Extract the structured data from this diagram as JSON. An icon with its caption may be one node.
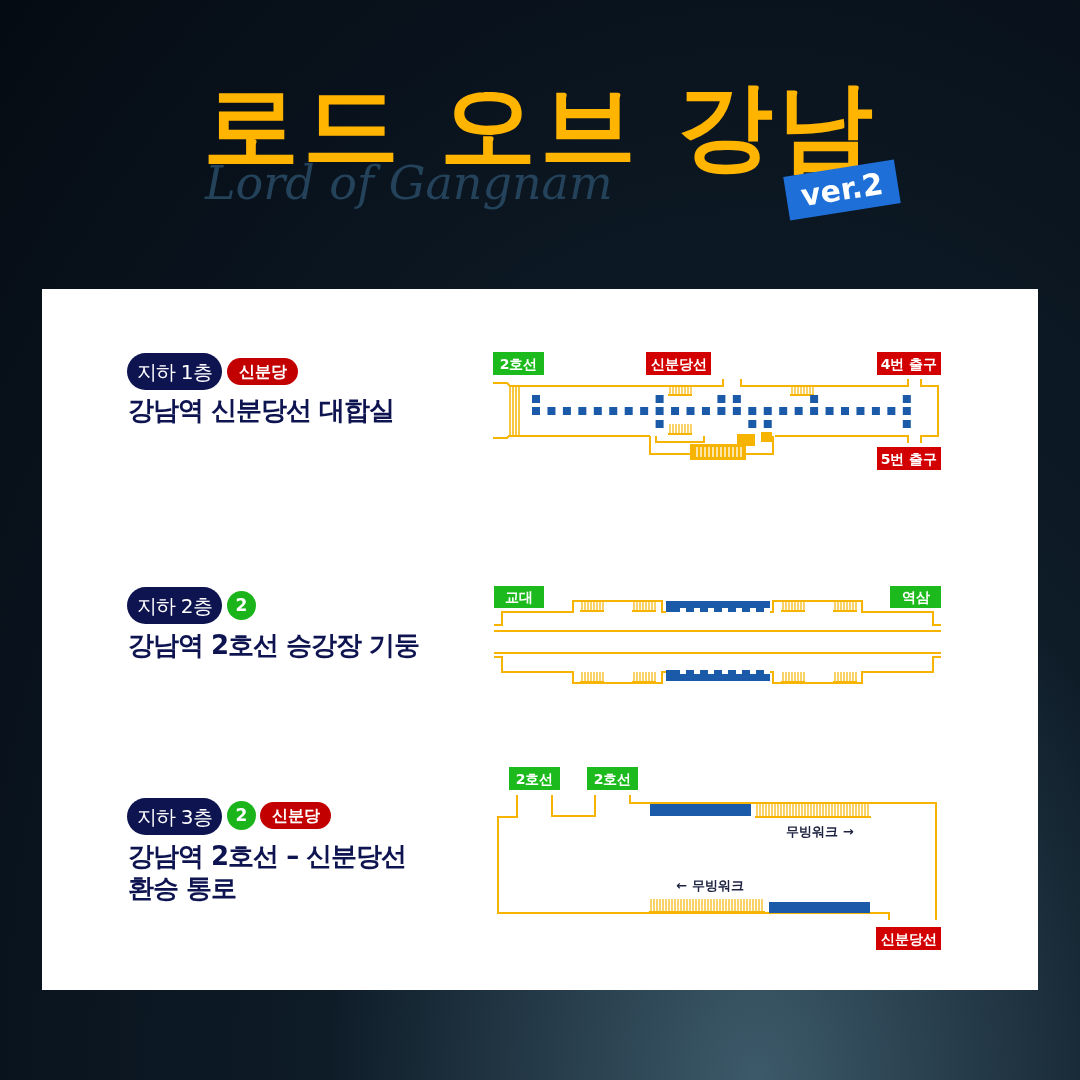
{
  "diagram": {
    "title": "로드 오브 강남",
    "nodes": [
      {
        "text": [
          "ver.2"
        ]
      },
      {
        "text": [
          "지하 1층"
        ]
      },
      {
        "text": [
          "신분당"
        ]
      },
      {
        "text": [
          "2호선"
        ]
      },
      {
        "text": [
          "신분당선"
        ]
      },
      {
        "text": [
          "4번 출구"
        ]
      },
      {
        "text": [
          "5번 출구"
        ]
      },
      {
        "text": [
          "지하 2층"
        ]
      },
      {
        "text": [
          "2"
        ]
      },
      {
        "text": [
          "교대"
        ]
      },
      {
        "text": [
          "역삼"
        ]
      },
      {
        "text": [
          "지하 3층"
        ]
      },
      {
        "text": [
          "2"
        ]
      },
      {
        "text": [
          "신분당"
        ]
      },
      {
        "text": [
          "2호선"
        ]
      },
      {
        "text": [
          "2호선"
        ]
      },
      {
        "text": [
          "신분당선"
        ]
      }
    ],
    "labels": [
      "Lord of Gangnam",
      "강남역 신분당선 대합실",
      "강남역 2호선 승강장 기둥",
      "강남역 2호선 – 신분당선 환승 통로",
      "무빙워크 →",
      "← 무빙워크"
    ]
  }
}
